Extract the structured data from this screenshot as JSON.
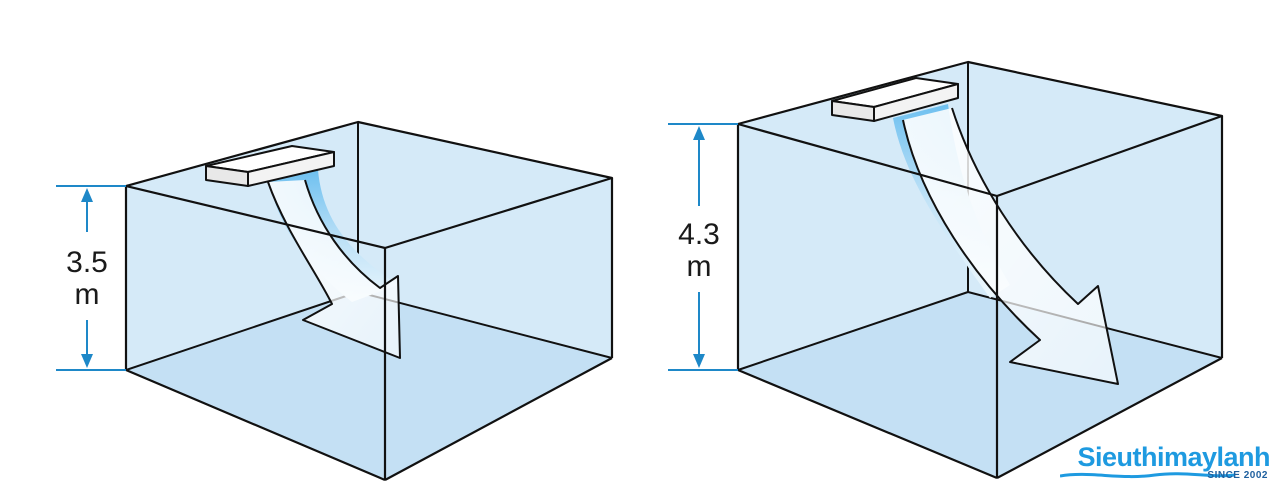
{
  "rooms": [
    {
      "id": "low-room",
      "height_value": "3.5",
      "height_unit": "m"
    },
    {
      "id": "high-room",
      "height_value": "4.3",
      "height_unit": "m"
    }
  ],
  "logo": {
    "name": "Sieuthimaylanh",
    "since": "SINCE 2002"
  },
  "colors": {
    "room_fill": "#d5eaf8",
    "room_floor": "#c4e0f4",
    "line": "#111111",
    "dimension": "#1e88c8",
    "airflow": "#7cc3ee",
    "unit_fill": "#f4f4f4",
    "logo_blue": "#1e9ae0"
  }
}
